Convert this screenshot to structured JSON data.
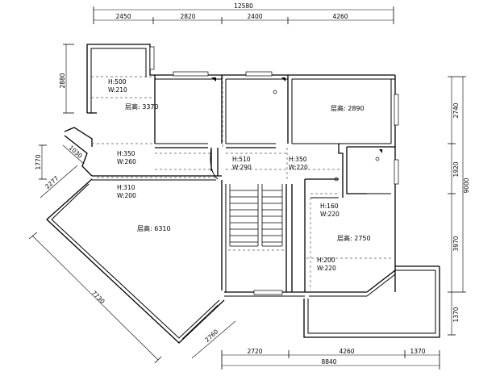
{
  "dimensions": {
    "top_total": "12580",
    "top_segments": [
      "2450",
      "2820",
      "2400",
      "4260"
    ],
    "bottom_segments": [
      "2720",
      "4260",
      "1370"
    ],
    "bottom_total": "8840",
    "left_upper": "2880",
    "left_mid": "1770",
    "angled_short": "1030",
    "angled_mid": "2277",
    "angled_long": "7730",
    "angled_low": "2760",
    "right_segments": [
      "2740",
      "1920",
      "3970",
      "1370"
    ],
    "right_total": "9000"
  },
  "rooms": {
    "upper_left": {
      "height": "H:500",
      "width": "W:210",
      "ceiling": "层高: 3370"
    },
    "upper_right": {
      "ceiling": "层高: 2890"
    },
    "corridor_left": {
      "height": "H:350",
      "width": "W:260"
    },
    "corridor_mid": {
      "height": "H:510",
      "width": "W:290"
    },
    "corridor_right": {
      "height": "H:350",
      "width": "W:220"
    },
    "big_room": {
      "height": "H:310",
      "width": "W:200",
      "ceiling": "层高: 6310"
    },
    "lower_right_upper": {
      "height": "H:160",
      "width": "W:220"
    },
    "lower_right": {
      "ceiling": "层高: 2750",
      "height": "H:200",
      "width": "W:220"
    }
  }
}
